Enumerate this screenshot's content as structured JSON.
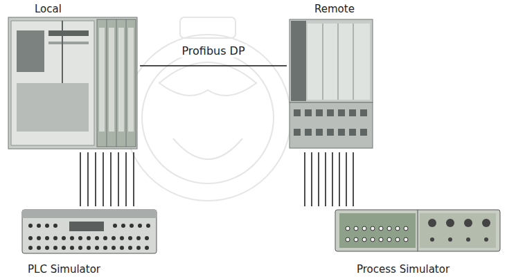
{
  "diagram": {
    "nodes": [
      {
        "text": [
          "Local"
        ]
      },
      {
        "text": [
          "Remote"
        ]
      },
      {
        "text": [
          "PLC Simulator"
        ]
      },
      {
        "text": [
          "Process Simulator"
        ]
      }
    ],
    "edges": [
      {
        "from": 0,
        "to": 1,
        "arrow": "none",
        "label": "Profibus DP"
      },
      {
        "from": 0,
        "to": 2,
        "arrow": "none"
      },
      {
        "from": 1,
        "to": 3,
        "arrow": "none"
      }
    ]
  }
}
